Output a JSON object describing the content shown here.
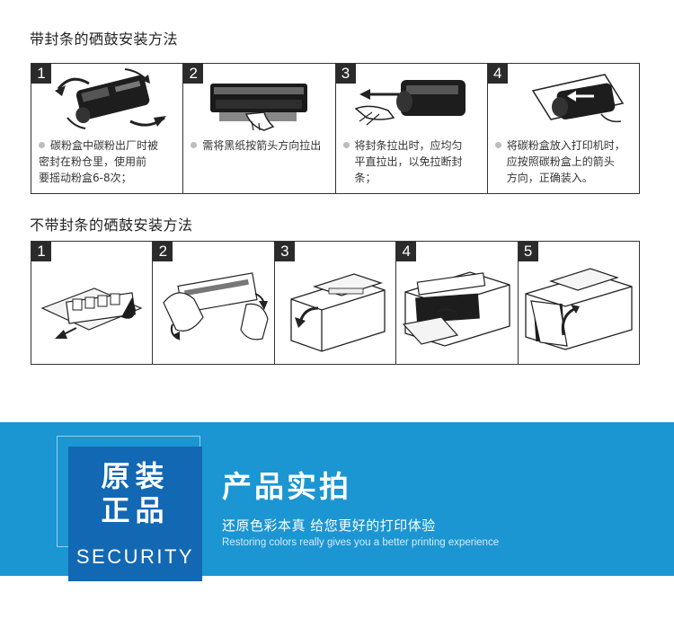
{
  "sealed": {
    "title": "带封条的硒鼓安装方法",
    "steps": [
      {
        "num": "1",
        "lines": [
          "碳粉盒中碳粉出厂时被",
          "密封在粉仓里，使用前",
          "要摇动粉盒6-8次；"
        ]
      },
      {
        "num": "2",
        "lines": [
          "需将黑纸按箭头方向拉出"
        ]
      },
      {
        "num": "3",
        "lines": [
          "将封条拉出时，应均匀",
          "平直拉出，以免拉断封",
          "条；"
        ]
      },
      {
        "num": "4",
        "lines": [
          "将碳粉盒放入打印机时，",
          "应按照碳粉盒上的箭头",
          "方向，正确装入。"
        ]
      }
    ]
  },
  "unsealed": {
    "title": "不带封条的硒鼓安装方法",
    "steps": [
      "1",
      "2",
      "3",
      "4",
      "5"
    ]
  },
  "banner": {
    "badge_line1": "原装",
    "badge_line2": "正品",
    "badge_en": "SECURITY",
    "title": "产品实拍",
    "subtitle": "还原色彩本真  给您更好的打印体验",
    "subtitle_en": "Restoring colors really gives you a better printing experience",
    "color_bg": "#1b96d2",
    "color_badge": "#1268b3"
  }
}
